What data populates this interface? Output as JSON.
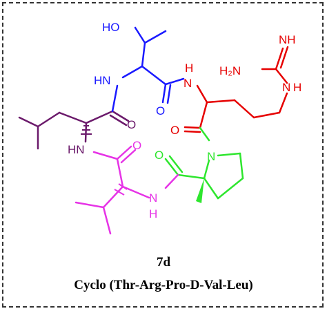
{
  "compound": {
    "number": "7d",
    "name": "Cyclo (Thr-Arg-Pro-D-Val-Leu)"
  },
  "colors": {
    "thr": "#1a1aff",
    "arg": "#e60000",
    "pro": "#2ee62e",
    "val": "#e633e6",
    "leu": "#6b1a6b",
    "bond": "#000000"
  },
  "atoms": {
    "thr_oh": "HO",
    "thr_nh": "HN",
    "thr_co": "O",
    "arg_nh": "N",
    "arg_h": "H",
    "arg_co": "O",
    "guan_nh_imine": "NH",
    "guan_nh2": "H₂N",
    "guan_nh": "N",
    "guan_nh_h": "H",
    "pro_n": "N",
    "pro_co": "O",
    "leu_co": "O",
    "leu_nh": "HN",
    "val_co": "O",
    "val_n": "N",
    "val_h": "H"
  }
}
